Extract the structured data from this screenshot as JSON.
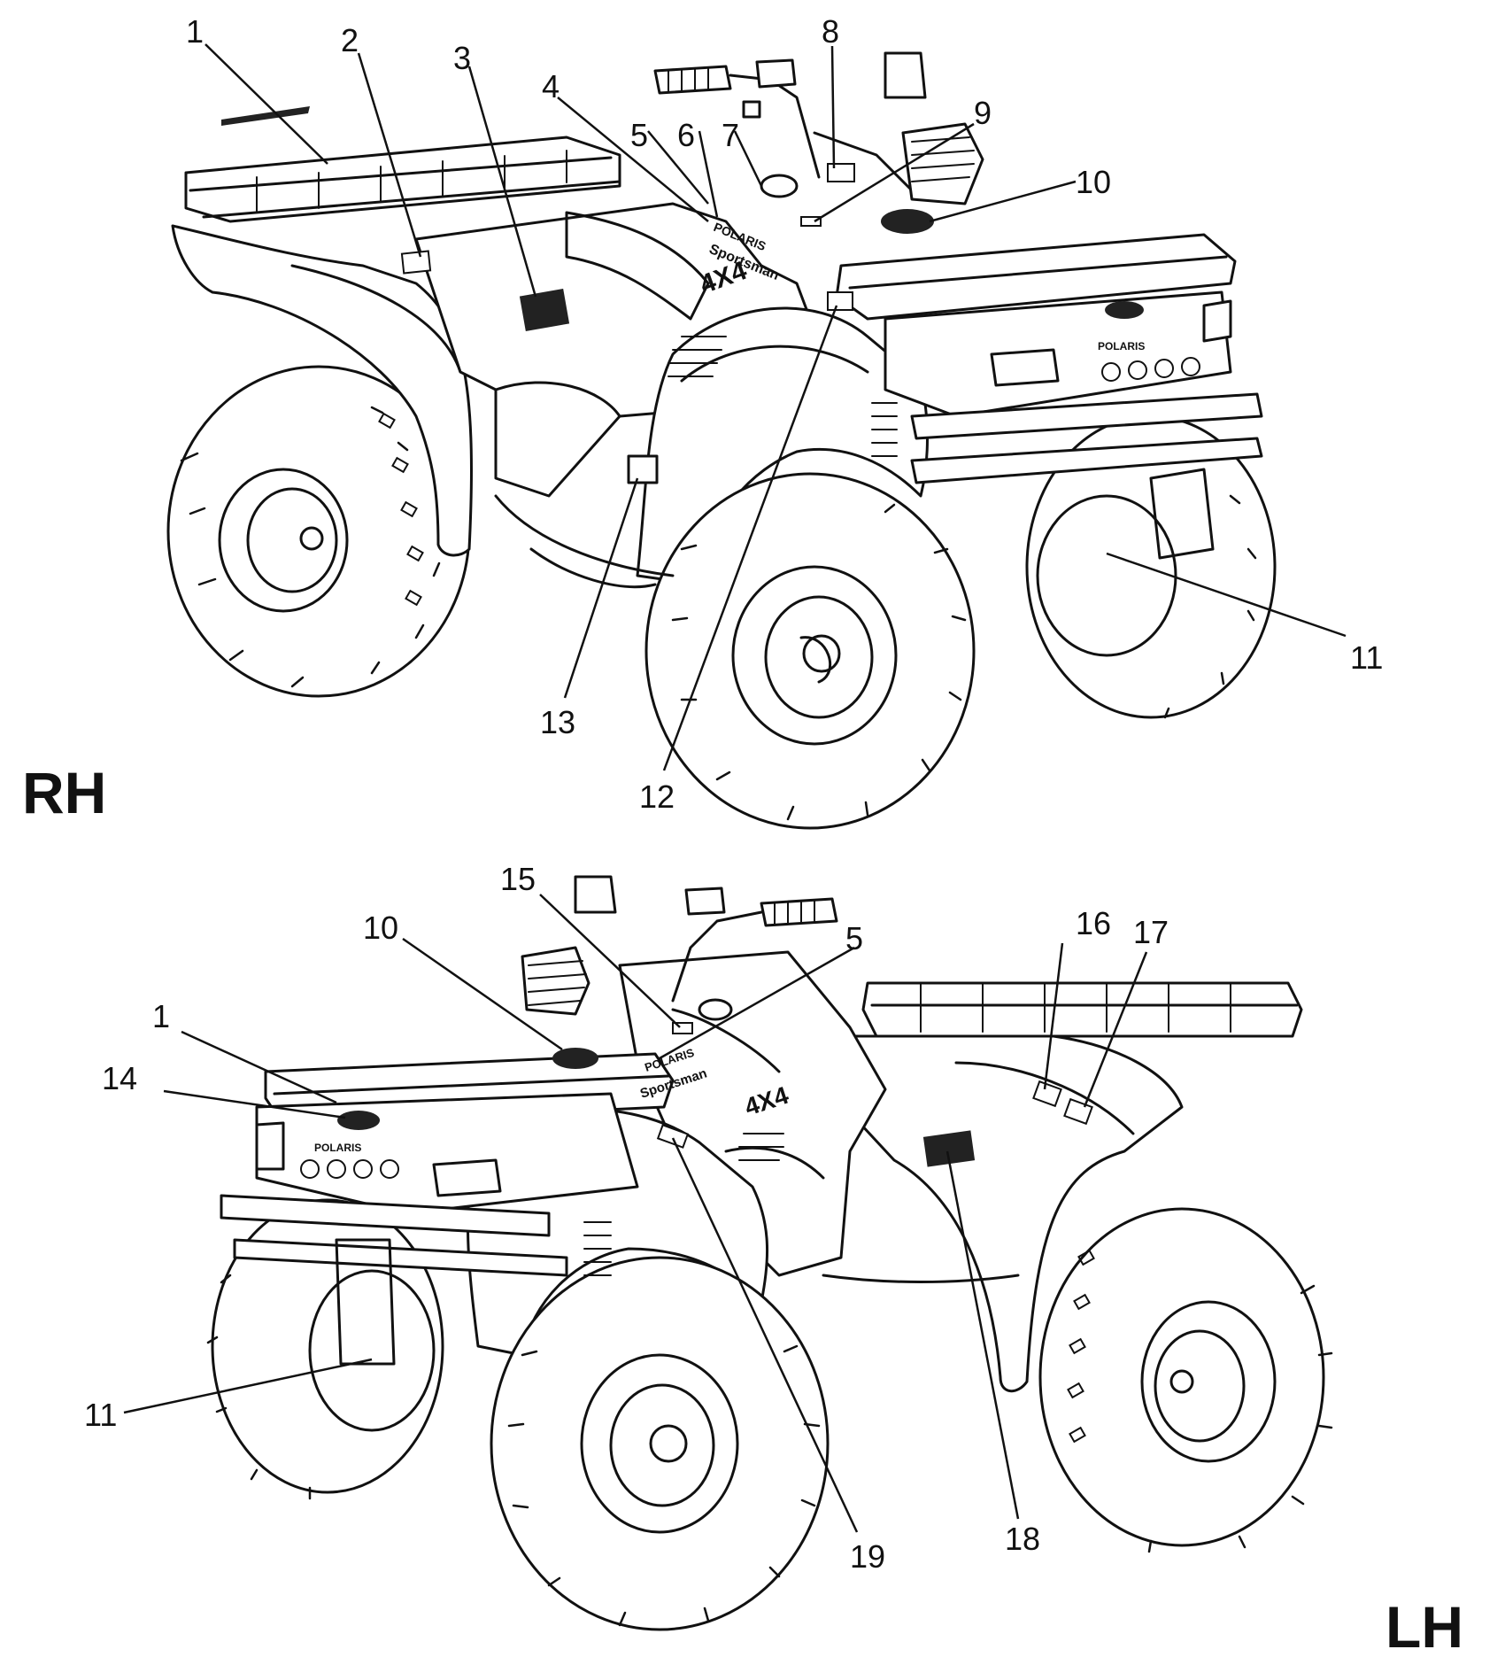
{
  "views": [
    {
      "id": "rh",
      "label": "RH",
      "callouts": [
        "1",
        "2",
        "3",
        "4",
        "5",
        "6",
        "7",
        "8",
        "9",
        "10",
        "11",
        "12",
        "13"
      ]
    },
    {
      "id": "lh",
      "label": "LH",
      "callouts": [
        "15",
        "10",
        "5",
        "16",
        "17",
        "1",
        "14",
        "11",
        "19",
        "18"
      ]
    }
  ],
  "decal_text": {
    "brand": "POLARIS",
    "model": "Sportsman",
    "drive": "4X4"
  }
}
